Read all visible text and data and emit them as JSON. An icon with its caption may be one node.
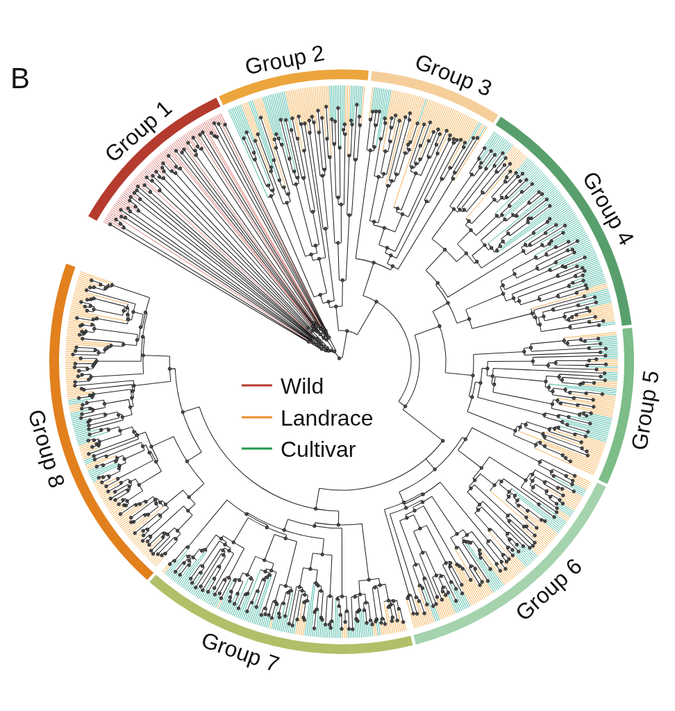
{
  "diagram": {
    "labels": [
      "B",
      "Group 1",
      "Group 2",
      "Group 3",
      "Group 4",
      "Group 5",
      "Group 6",
      "Group 7",
      "Group 8"
    ],
    "legend": [
      {
        "text": "Wild",
        "color": "#b33a2c"
      },
      {
        "text": "Landrace",
        "color": "#ef8f2a"
      },
      {
        "text": "Cultivar",
        "color": "#1f9a4b"
      }
    ]
  }
}
